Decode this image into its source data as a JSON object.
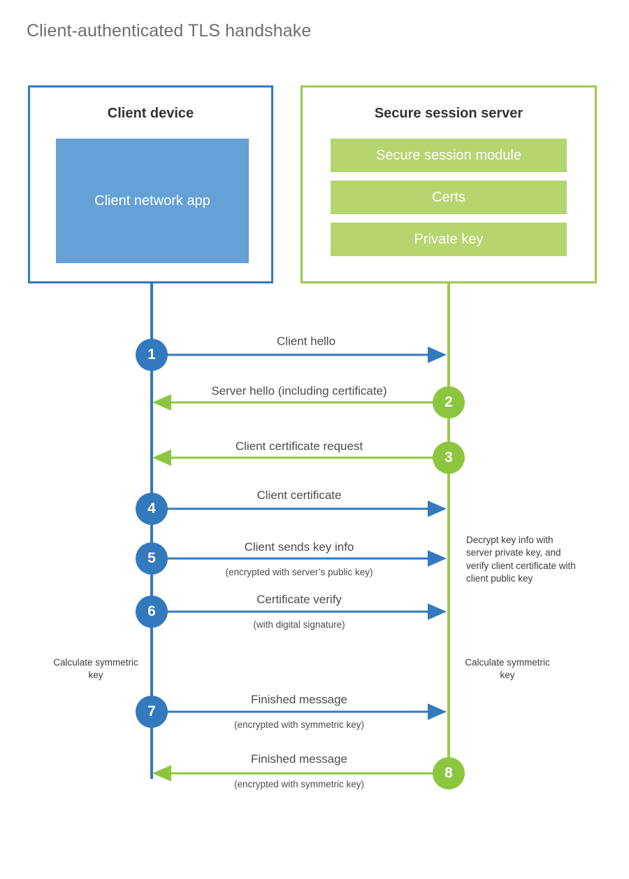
{
  "page": {
    "title": "Client-authenticated TLS handshake",
    "background": "#ffffff"
  },
  "colors": {
    "client_blue": "#3279bd",
    "client_app_fill": "#65a0d7",
    "server_green": "#9bca4c",
    "server_bar_fill": "#b5d56e",
    "step_green": "#8cc63e",
    "title_gray": "#6d6e70",
    "text_dark": "#4c4c4c"
  },
  "diagram": {
    "client": {
      "title": "Client device",
      "app_label": "Client network app"
    },
    "server": {
      "title": "Secure session server",
      "modules": [
        {
          "label": "Secure session module"
        },
        {
          "label": "Certs"
        },
        {
          "label": "Private key"
        }
      ]
    },
    "steps": [
      {
        "number": "1",
        "label": "Client hello",
        "sub": "",
        "direction": "client-to-server",
        "color": "blue"
      },
      {
        "number": "2",
        "label": "Server hello (including certificate)",
        "sub": "",
        "direction": "server-to-client",
        "color": "green"
      },
      {
        "number": "3",
        "label": "Client certificate request",
        "sub": "",
        "direction": "server-to-client",
        "color": "green"
      },
      {
        "number": "4",
        "label": "Client certificate",
        "sub": "",
        "direction": "client-to-server",
        "color": "blue"
      },
      {
        "number": "5",
        "label": "Client sends key info",
        "sub": "(encrypted with server’s public key)",
        "direction": "client-to-server",
        "color": "blue"
      },
      {
        "number": "6",
        "label": "Certificate verify",
        "sub": "(with digital signature)",
        "direction": "client-to-server",
        "color": "blue"
      },
      {
        "number": "7",
        "label": "Finished message",
        "sub": "(encrypted with symmetric key)",
        "direction": "client-to-server",
        "color": "blue"
      },
      {
        "number": "8",
        "label": "Finished message",
        "sub": "(encrypted with symmetric key)",
        "direction": "server-to-client",
        "color": "green"
      }
    ],
    "annotations": {
      "server_decrypt": "Decrypt key info with server private key, and verify client certificate with client public key",
      "client_calc": "Calculate symmetric key",
      "server_calc": "Calculate symmetric key"
    }
  }
}
